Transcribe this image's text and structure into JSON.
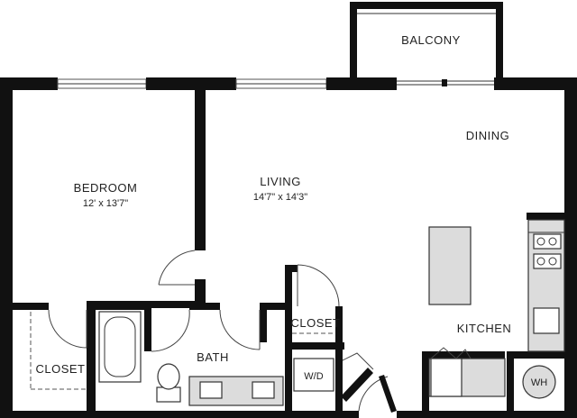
{
  "rooms": {
    "balcony": {
      "label": "BALCONY"
    },
    "dining": {
      "label": "DINING"
    },
    "bedroom": {
      "label": "BEDROOM",
      "dimensions": "12' x 13'7\""
    },
    "living": {
      "label": "LIVING",
      "dimensions": "14'7\" x 14'3\""
    },
    "closet_bedroom": {
      "label": "CLOSET"
    },
    "closet_hall": {
      "label": "CLOSET"
    },
    "bath": {
      "label": "BATH"
    },
    "kitchen": {
      "label": "KITCHEN"
    },
    "washer_dryer": {
      "label": "W/D"
    },
    "water_heater": {
      "label": "WH"
    }
  }
}
